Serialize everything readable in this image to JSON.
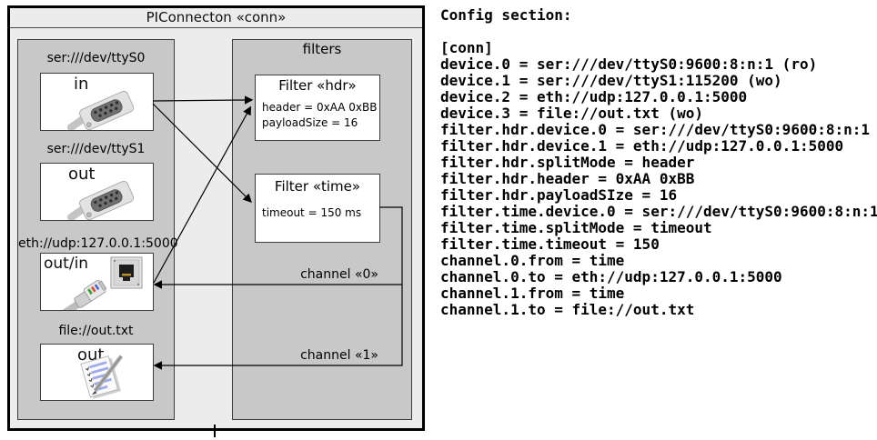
{
  "diagram": {
    "frame_title": "PIConnecton «conn»",
    "devices": [
      {
        "label": "ser:///dev/ttyS0",
        "port": "in",
        "icon": "serial-connector-icon"
      },
      {
        "label": "ser:///dev/ttyS1",
        "port": "out",
        "icon": "serial-connector-icon"
      },
      {
        "label": "eth://udp:127.0.0.1:5000",
        "port": "out/in",
        "icon": "ethernet-connector-icon"
      },
      {
        "label": "file://out.txt",
        "port": "out",
        "icon": "notepad-icon"
      }
    ],
    "filters_panel": {
      "title": "filters",
      "filters": [
        {
          "title": "Filter «hdr»",
          "props": [
            "header = 0xAA 0xBB",
            "payloadSize = 16"
          ]
        },
        {
          "title": "Filter «time»",
          "props": [
            "timeout = 150 ms"
          ]
        }
      ]
    },
    "channels": [
      {
        "label": "channel «0»"
      },
      {
        "label": "channel «1»"
      }
    ]
  },
  "config": {
    "heading": "Config section:",
    "lines": [
      "[conn]",
      "device.0 = ser:///dev/ttyS0:9600:8:n:1 (ro)",
      "device.1 = ser:///dev/ttyS1:115200 (wo)",
      "device.2 = eth://udp:127.0.0.1:5000",
      "device.3 = file://out.txt (wo)",
      "filter.hdr.device.0 = ser:///dev/ttyS0:9600:8:n:1",
      "filter.hdr.device.1 = eth://udp:127.0.0.1:5000",
      "filter.hdr.splitMode = header",
      "filter.hdr.header = 0xAA 0xBB",
      "filter.hdr.payloadSIze = 16",
      "filter.time.device.0 = ser:///dev/ttyS0:9600:8:n:1",
      "filter.time.splitMode = timeout",
      "filter.time.timeout = 150",
      "channel.0.from = time",
      "channel.0.to = eth://udp:127.0.0.1:5000",
      "channel.1.from = time",
      "channel.1.to = file://out.txt"
    ]
  },
  "colors": {
    "frame_background": "#ececec",
    "panel_background": "#c8c8c8",
    "line_color": "#000000"
  }
}
